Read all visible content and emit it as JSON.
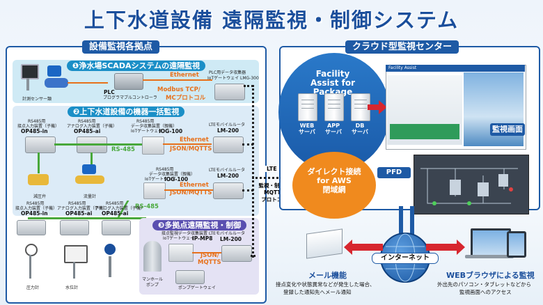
{
  "title": "上下水道設備 遠隔監視・制御システム",
  "left_panel": {
    "title": "設備監視各拠点",
    "section1": {
      "heading": "❶浄水場SCADAシステムの遠隔監視",
      "sensor_label": "計測センサー類",
      "plc_label": "PLC",
      "plc_sub": "プログラマブルコントローラ",
      "gateway_top": "PLC用データ収集器",
      "gateway_name": "IoTゲートウェイ LMG-300",
      "ethernet": "Ethernet",
      "protocol1": "Modbus TCP/",
      "protocol2": "MCプロトコル"
    },
    "section2": {
      "heading": "❷上下水道設備の機器一括監視",
      "dev1_top": "RS485用",
      "dev1_mid": "接点入力装置（子機）",
      "dev1_name": "OP485-in",
      "dev2_top": "RS485用",
      "dev2_mid": "アナログ入力装置（子機）",
      "dev2_name": "OP485-ai",
      "iog_top": "RS485用",
      "iog_mid1": "データ収集装置（親機）",
      "iog_mid2": "IoTゲートウェイ",
      "iog_name": "IOG-100",
      "lte_top": "LTEモバイルルータ",
      "lte_name": "LM-200",
      "rs485": "RS-485",
      "ethernet": "Ethernet",
      "json": "JSON/MQTTS",
      "pressure_label": "減圧弁",
      "flow_label": "流量計",
      "dev3_top": "RS485用",
      "dev3_mid": "接点入力装置（子機）",
      "dev3_name": "OP485-in",
      "dev4_top": "RS485用",
      "dev4_mid": "アナログ入力装置（子機）",
      "dev4_name": "OP485-ai",
      "dev5_top": "RS485用",
      "dev5_mid": "アナログ入力装置（子機）",
      "dev5_name": "OP485-ai",
      "gauge_label": "圧力計",
      "level_label": "水位計"
    },
    "section3": {
      "heading": "❸多拠点遠隔監視・制御",
      "ip_top": "接点監視データ収集装置",
      "ip_mid": "IoTゲートウェイ",
      "ip_name": "IP-MP8",
      "lte_top": "LTEモバイルルータ",
      "lte_name": "LM-200",
      "json": "JSON/",
      "mqtts": "MQTTS",
      "manhole": "マンホール",
      "pump": "ポンプ",
      "pump_gw": "ポンプゲートウェイ"
    }
  },
  "link": {
    "lte": "LTE",
    "l1": "監視・制御用",
    "l2": "MQTTS",
    "l3": "プロトコル"
  },
  "right_panel": {
    "title": "クラウド型監視センター",
    "cloud_title1": "Facility",
    "cloud_title2": "Assist for Package",
    "servers": [
      {
        "name": "WEB",
        "sub": "サーバ"
      },
      {
        "name": "APP",
        "sub": "サーバ"
      },
      {
        "name": "DB",
        "sub": "サーバ"
      }
    ],
    "screen_label": "監視画面",
    "screen_app": "Facility Assist",
    "direct1": "ダイレクト接続",
    "direct2": "for AWS",
    "direct3": "閉域網",
    "pfd_label": "PFD"
  },
  "bottom": {
    "internet": "インターネット",
    "mail_title": "メール機能",
    "mail_desc1": "接点変化や状態異常などが発生した場合、",
    "mail_desc2": "登録した通知先へメール通知",
    "web_title": "WEBブラウザによる監視",
    "web_desc1": "外出先のパソコン・タブレットなどから",
    "web_desc2": "監視画面へのアクセス"
  },
  "colors": {
    "primary": "#1e5aa5",
    "orange": "#e7701a",
    "green": "#48a83a",
    "red": "#d7262e"
  }
}
